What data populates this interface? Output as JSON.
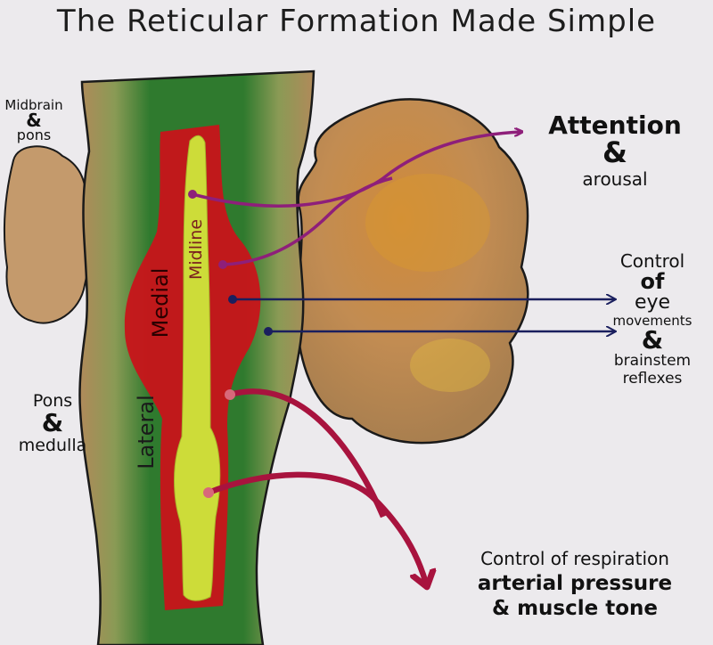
{
  "title": "The Reticular Formation Made Simple",
  "regions": {
    "midbrain": "Midbrain",
    "midbrain_amp": "&",
    "pons_top": "pons",
    "pons": "Pons",
    "pons_amp": "&",
    "medulla": "medulla"
  },
  "zones": {
    "midline": "Midline",
    "medial": "Medial",
    "lateral": "Lateral"
  },
  "functions": {
    "attention": "Attention",
    "attention_amp": "&",
    "arousal": "arousal",
    "control": "Control",
    "of": "of",
    "eye": "eye",
    "movements": "movements",
    "eye_amp": "&",
    "brainstem": "brainstem",
    "reflexes": "reflexes",
    "resp_line1": "Control of respiration",
    "resp_line2": "arterial pressure",
    "resp_line3": "& muscle tone"
  },
  "colors": {
    "midline_zone": "#cddc39",
    "medial_zone": "#c8141a",
    "lateral_zone": "#2e7d32",
    "tissue": "#b58a55",
    "arrow_attention": "#8e1f7a",
    "arrow_eye": "#1a1f5e",
    "arrow_respiration": "#a8133e"
  }
}
